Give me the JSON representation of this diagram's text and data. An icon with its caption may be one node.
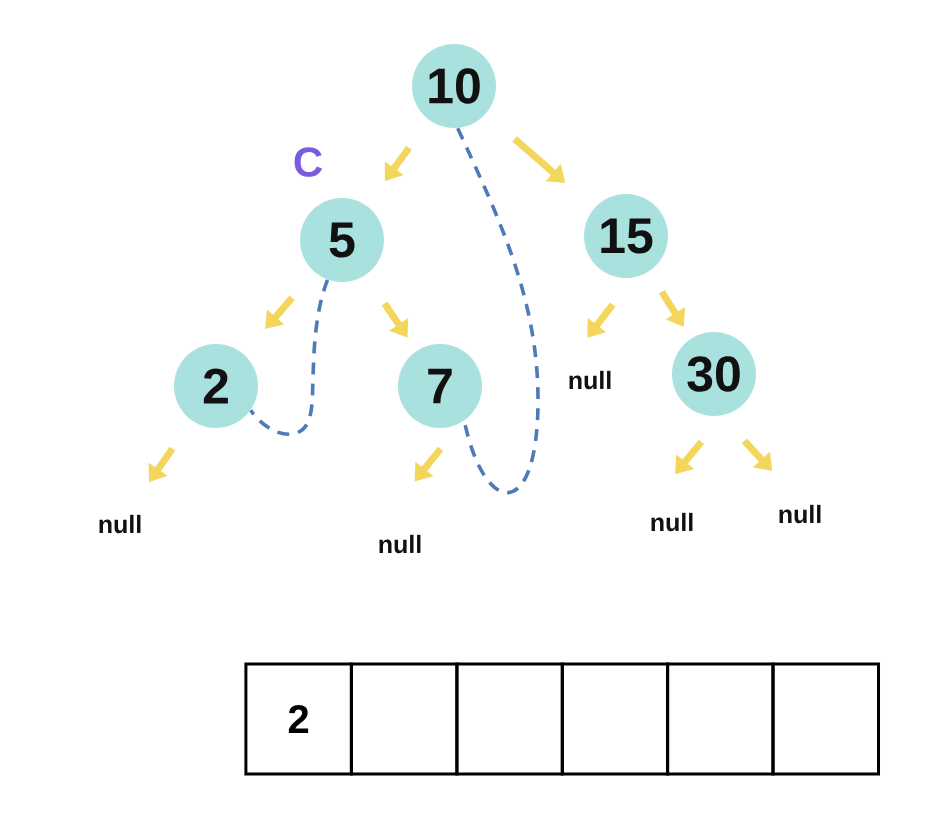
{
  "diagram": {
    "nodes": [
      {
        "text": [
          "10"
        ]
      },
      {
        "text": [
          "5"
        ]
      },
      {
        "text": [
          "15"
        ]
      },
      {
        "text": [
          "2"
        ]
      },
      {
        "text": [
          "7"
        ]
      },
      {
        "text": [
          "null"
        ]
      },
      {
        "text": [
          "30"
        ]
      },
      {
        "text": [
          "null"
        ]
      },
      {
        "text": [
          "null"
        ]
      },
      {
        "text": [
          "null"
        ]
      },
      {
        "text": [
          "null"
        ]
      }
    ],
    "edges": [
      {
        "from": 0,
        "to": 1,
        "arrow": "to"
      },
      {
        "from": 0,
        "to": 2,
        "arrow": "to"
      },
      {
        "from": 1,
        "to": 3,
        "arrow": "to"
      },
      {
        "from": 1,
        "to": 4,
        "arrow": "to"
      },
      {
        "from": 2,
        "to": 5,
        "arrow": "to"
      },
      {
        "from": 2,
        "to": 6,
        "arrow": "to"
      },
      {
        "from": 3,
        "to": 7,
        "arrow": "to"
      },
      {
        "from": 4,
        "to": 8,
        "arrow": "to"
      },
      {
        "from": 6,
        "to": 9,
        "arrow": "to"
      },
      {
        "from": 6,
        "to": 10,
        "arrow": "to"
      },
      {
        "from": 1,
        "to": 3,
        "arrow": "none",
        "style": "dashed",
        "color": "#4d7ab8"
      },
      {
        "from": 0,
        "to": 4,
        "arrow": "none",
        "style": "dashed",
        "color": "#4d7ab8"
      }
    ],
    "labels": [
      "C",
      "2"
    ]
  }
}
